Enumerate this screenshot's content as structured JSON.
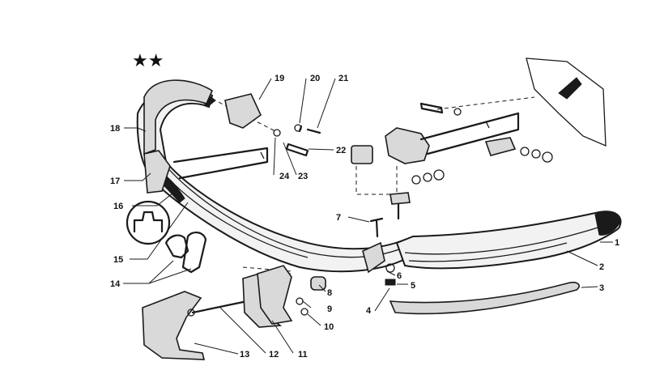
{
  "marker": "★★",
  "callouts": [
    "1",
    "2",
    "3",
    "4",
    "5",
    "6",
    "7",
    "8",
    "9",
    "10",
    "11",
    "12",
    "13",
    "14",
    "15",
    "16",
    "17",
    "18",
    "19",
    "20",
    "21",
    "22",
    "23",
    "24"
  ],
  "icons": {
    "stars": "double-star-icon",
    "clip": "u-clip-icon"
  }
}
